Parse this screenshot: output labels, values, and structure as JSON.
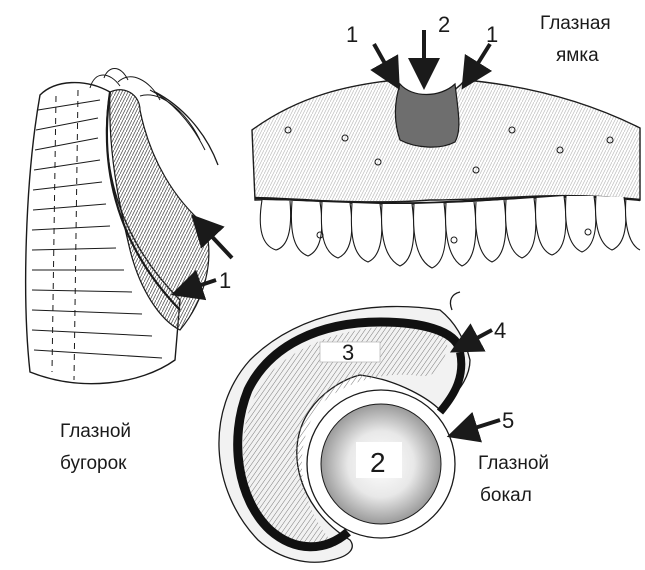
{
  "labels": {
    "eye_pit_title_line1": "Глазная",
    "eye_pit_title_line2": "ямка",
    "eye_tubercle_line1": "Глазной",
    "eye_tubercle_line2": "бугорок",
    "eye_cup_line1": "Глазной",
    "eye_cup_line2": "бокал"
  },
  "markers": {
    "pit_left": "1",
    "pit_center": "2",
    "pit_right": "1",
    "tubercle": "1",
    "cup_cornea": "3",
    "cup_lens": "2",
    "cup_retina": "4",
    "cup_iris": "5"
  },
  "colors": {
    "ink": "#1a1a1a",
    "pigment_gray": "#6e6e6e",
    "lens_center": "#ffffff",
    "lens_edge": "#8a8a8a"
  }
}
